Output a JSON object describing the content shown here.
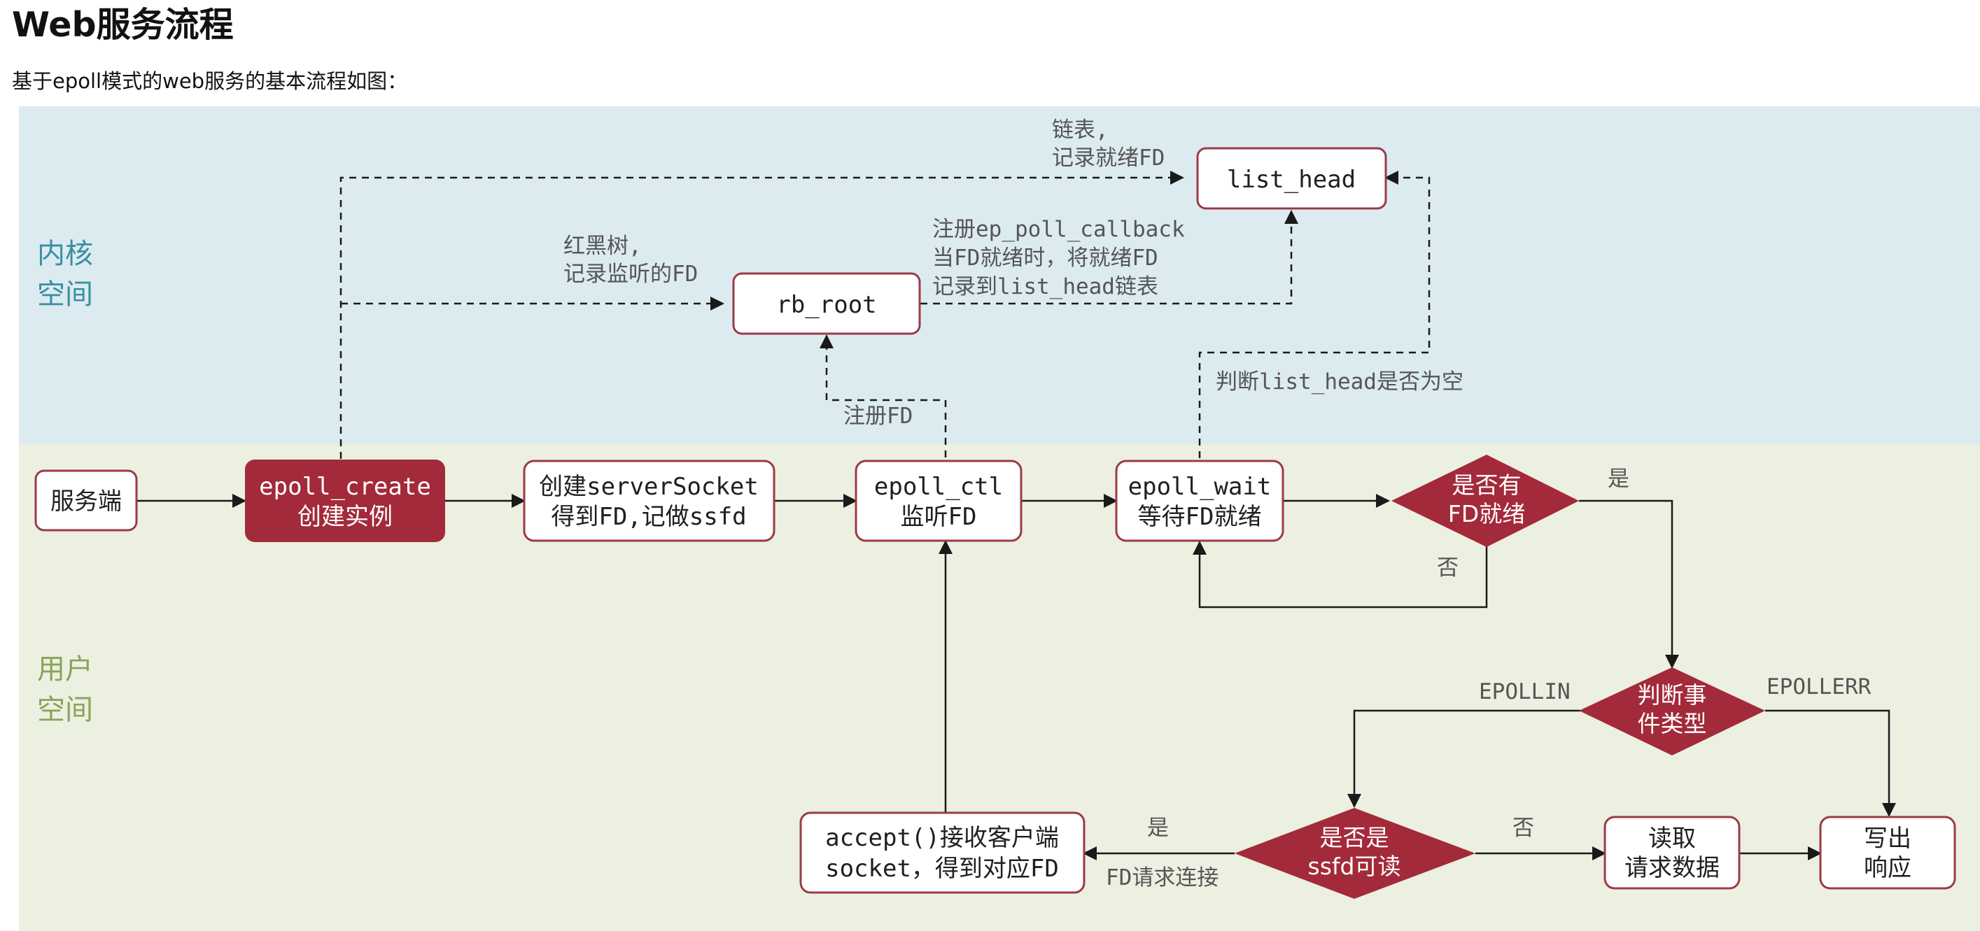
{
  "page": {
    "title": "Web服务流程",
    "intro": "基于epoll模式的web服务的基本流程如图："
  },
  "colors": {
    "kernel_bg": "#dcebf0",
    "user_bg": "#ecf0e1",
    "kernel_label": "#3b8fa3",
    "user_label": "#8aa35a",
    "accent": "#a32a3a",
    "node_border": "#9c3a47",
    "line": "#1a1a1a",
    "edge_label": "#555555"
  },
  "diagram": {
    "zones": {
      "kernel": [
        "内核",
        "空间"
      ],
      "user": [
        "用户",
        "空间"
      ]
    },
    "nodes": {
      "server": [
        "服务端"
      ],
      "epoll_create": [
        "epoll_create",
        "创建实例"
      ],
      "create_socket": [
        "创建serverSocket",
        "得到FD,记做ssfd"
      ],
      "epoll_ctl": [
        "epoll_ctl",
        "监听FD"
      ],
      "epoll_wait": [
        "epoll_wait",
        "等待FD就绪"
      ],
      "rb_root": [
        "rb_root"
      ],
      "list_head": [
        "list_head"
      ],
      "accept": [
        "accept()接收客户端",
        "socket，得到对应FD"
      ],
      "read_request": [
        "读取",
        "请求数据"
      ],
      "write_response": [
        "写出",
        "响应"
      ]
    },
    "decisions": {
      "has_ready": [
        "是否有",
        "FD就绪"
      ],
      "event_type": [
        "判断事",
        "件类型"
      ],
      "ssfd_readable": [
        "是否是",
        "ssfd可读"
      ]
    },
    "edge_labels": {
      "list_note": [
        "链表,",
        "记录就绪FD"
      ],
      "rb_note": [
        "红黑树,",
        "记录监听的FD"
      ],
      "callback_note": [
        "注册ep_poll_callback",
        "当FD就绪时，将就绪FD",
        "记录到list_head链表"
      ],
      "register_fd": "注册FD",
      "check_list": "判断list_head是否为空",
      "yes_ready": "是",
      "no_ready": "否",
      "epollin": "EPOLLIN",
      "epollerr": "EPOLLERR",
      "yes_ssfd": "是",
      "fd_connect": "FD请求连接",
      "no_ssfd": "否"
    }
  }
}
